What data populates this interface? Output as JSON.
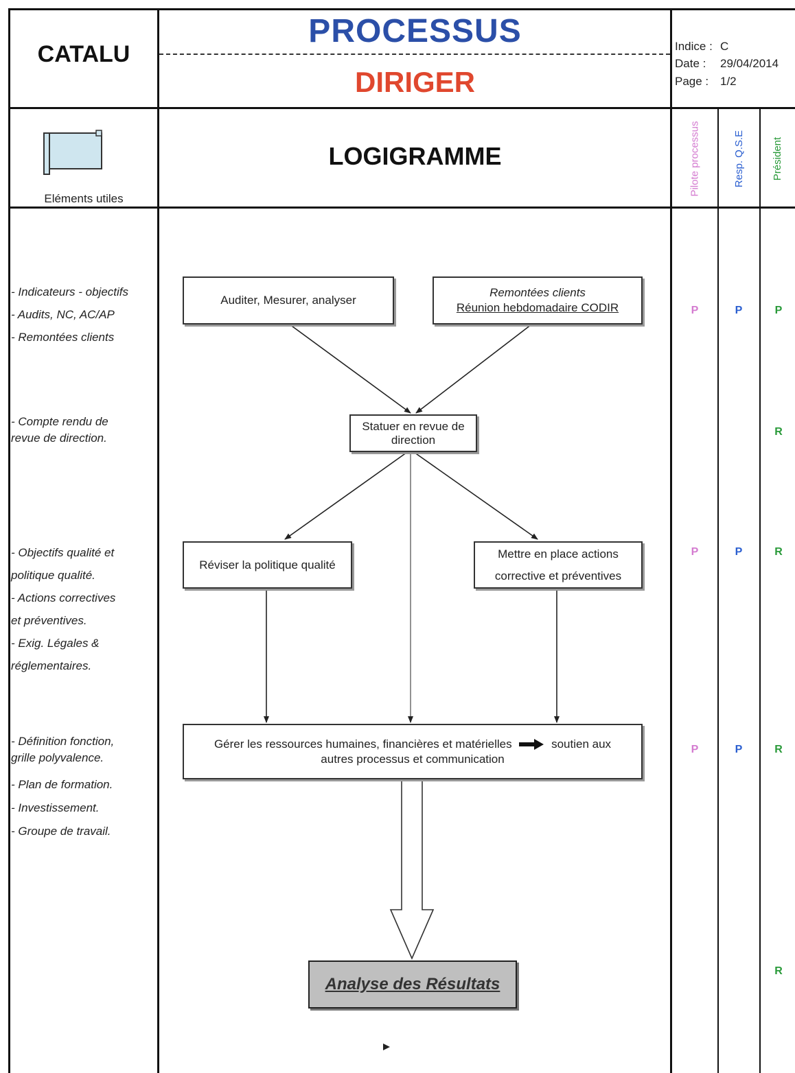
{
  "header": {
    "company": "CATALU",
    "title": "PROCESSUS",
    "subtitle": "DIRIGER",
    "indice_label": "Indice :",
    "indice_value": "C",
    "date_label": "Date :",
    "date_value": "29/04/2014",
    "page_label": "Page :",
    "page_value": "1/2"
  },
  "section": {
    "elements_label": "Eléments utiles",
    "logigramme": "LOGIGRAMME"
  },
  "roles": [
    "Pilote processus",
    "Resp. Q.S.E",
    "Président"
  ],
  "elements_utiles": [
    [
      "- Indicateurs - objectifs",
      "- Audits, NC, AC/AP",
      "- Remontées clients"
    ],
    [
      "- Compte rendu de",
      "revue de direction."
    ],
    [
      "- Objectifs qualité et",
      "  politique qualité.",
      "- Actions correctives",
      "  et préventives.",
      "- Exig. Légales &",
      "  réglementaires."
    ],
    [
      "- Définition fonction,",
      "grille polyvalence.",
      "- Plan de formation.",
      "- Investissement.",
      "- Groupe de travail."
    ]
  ],
  "flow": {
    "auditer": "Auditer, Mesurer, analyser",
    "remontees_line1": "Remontées clients",
    "remontees_line2": "Réunion hebdomadaire CODIR",
    "statuer_line1": "Statuer en revue de",
    "statuer_line2": "direction",
    "reviser": "Réviser la politique qualité",
    "mettre_line1": "Mettre en place actions",
    "mettre_line2": "corrective et préventives",
    "gerer_line1_a": "Gérer les ressources humaines, financières et matérielles",
    "gerer_line1_b": "soutien aux",
    "gerer_line2": "autres processus et communication",
    "analyse": "Analyse des Résultats"
  },
  "responsibilities": [
    {
      "pilote": "P",
      "qse": "P",
      "president": "P"
    },
    {
      "pilote": "",
      "qse": "",
      "president": "R"
    },
    {
      "pilote": "P",
      "qse": "P",
      "president": "R"
    },
    {
      "pilote": "P",
      "qse": "P",
      "president": "R"
    },
    {
      "pilote": "",
      "qse": "",
      "president": "R"
    }
  ],
  "colors": {
    "title_blue": "#2b4fa8",
    "subtitle_red": "#e0472e",
    "pilote_pink": "#d47bd0",
    "qse_blue": "#2b5fd0",
    "president_green": "#2a9a3a"
  },
  "icons": {
    "elements_icon": "scroll-icon"
  }
}
